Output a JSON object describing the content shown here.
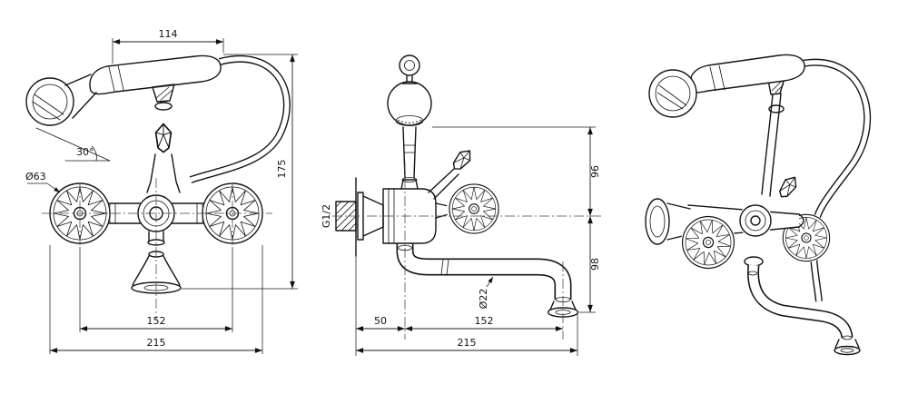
{
  "drawing": {
    "front_view": {
      "handset_width": "114",
      "overall_height": "175",
      "head_angle": "30°",
      "handle_diameter": "Ø63",
      "handle_centers": "152",
      "overall_width": "215"
    },
    "side_view": {
      "inlet_thread": "G1/2",
      "upper_height": "96",
      "lower_height": "98",
      "wall_to_axis": "50",
      "spout_reach": "152",
      "overall_depth": "215",
      "spout_diameter": "Ø22"
    }
  }
}
